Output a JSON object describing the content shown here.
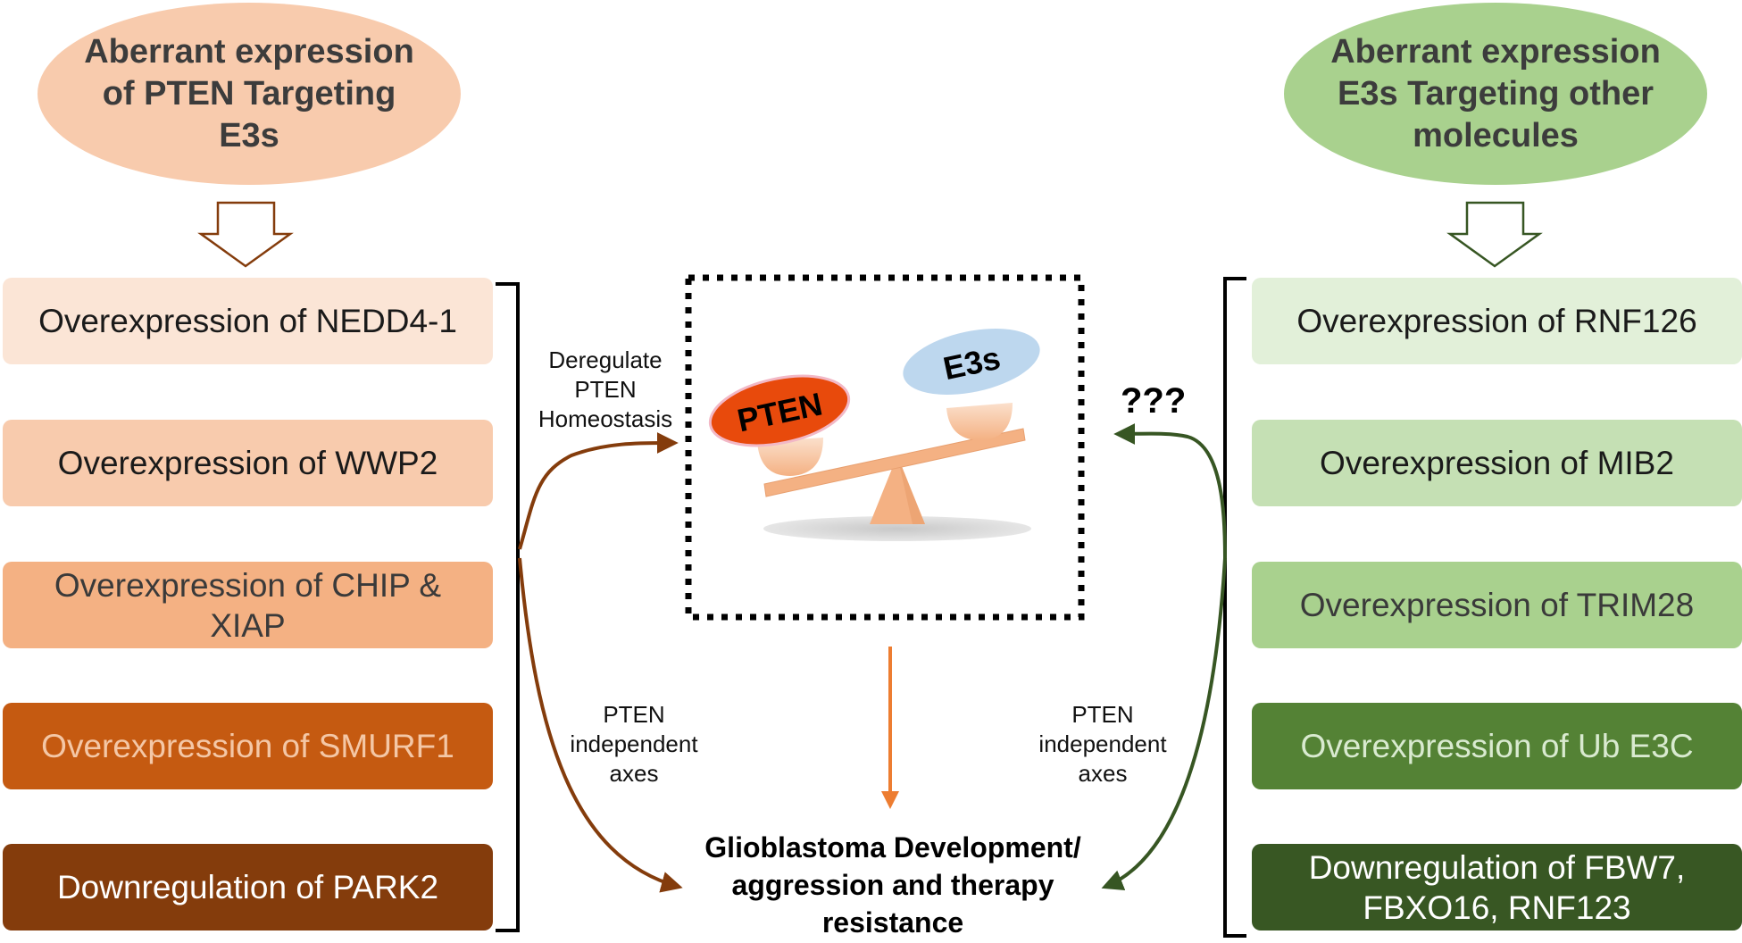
{
  "left": {
    "title": "Aberrant expression of PTEN Targeting E3s",
    "color": "#f8cbad",
    "items": [
      {
        "label": "Overexpression of NEDD4-1",
        "bg": "#fbe5d6",
        "fg": "#1a1a1a"
      },
      {
        "label": "Overexpression of WWP2",
        "bg": "#f8cbad",
        "fg": "#1a1a1a"
      },
      {
        "label": "Overexpression of CHIP & XIAP",
        "bg": "#f4b183",
        "fg": "#3a3a3a"
      },
      {
        "label": "Overexpression of SMURF1",
        "bg": "#c55a11",
        "fg": "#f4c7a6"
      },
      {
        "label": "Downregulation of PARK2",
        "bg": "#843c0c",
        "fg": "#ffffff"
      }
    ]
  },
  "right": {
    "title": "Aberrant expression E3s Targeting other molecules",
    "color": "#a9d18e",
    "items": [
      {
        "label": "Overexpression of RNF126",
        "bg": "#e2f0d9",
        "fg": "#1a1a1a"
      },
      {
        "label": "Overexpression of MIB2",
        "bg": "#c5e0b4",
        "fg": "#1a1a1a"
      },
      {
        "label": "Overexpression of TRIM28",
        "bg": "#a9d18e",
        "fg": "#3a3a3a"
      },
      {
        "label": "Overexpression of Ub E3C",
        "bg": "#548235",
        "fg": "#d9ead0"
      },
      {
        "label": "Downregulation of FBW7, FBXO16, RNF123",
        "bg": "#385723",
        "fg": "#ffffff"
      }
    ]
  },
  "center": {
    "deregulate_label": "Deregulate PTEN Homeostasis",
    "pten_label": "PTEN",
    "e3s_label": "E3s",
    "question": "???",
    "independent_left": "PTEN independent axes",
    "independent_right": "PTEN independent axes",
    "outcome": "Glioblastoma Development/ aggression and therapy resistance"
  },
  "colors": {
    "brown_arrow": "#843c0c",
    "green_arrow": "#375623",
    "orange_arrow": "#ed7d31",
    "pten_oval": "#e84a0c",
    "e3s_oval": "#bdd7ee"
  }
}
